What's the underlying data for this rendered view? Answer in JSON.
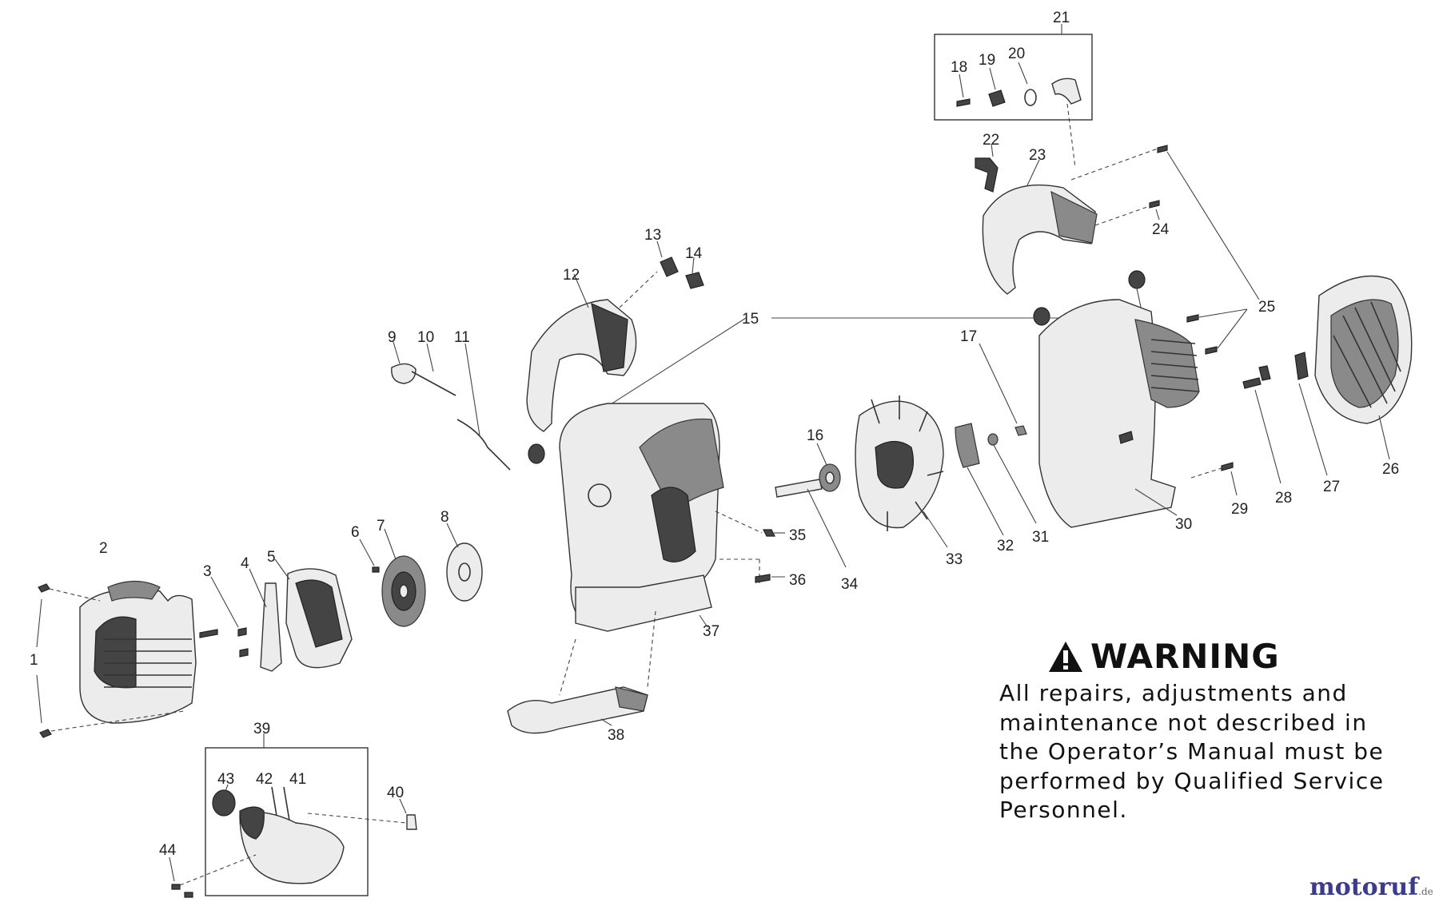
{
  "callouts": [
    "1",
    "2",
    "3",
    "4",
    "5",
    "6",
    "7",
    "8",
    "9",
    "10",
    "11",
    "12",
    "13",
    "14",
    "15",
    "16",
    "17",
    "18",
    "19",
    "20",
    "21",
    "22",
    "23",
    "24",
    "25",
    "26",
    "27",
    "28",
    "29",
    "30",
    "31",
    "32",
    "33",
    "34",
    "35",
    "36",
    "37",
    "38",
    "39",
    "40",
    "41",
    "42",
    "43",
    "44"
  ],
  "warning": {
    "title": "WARNING",
    "body": "All repairs, adjustments and\nmaintenance not described in\nthe Operator’s Manual must be\nperformed by Qualified Service\nPersonnel."
  },
  "brand": {
    "name": "motoruf",
    "suffix": ".de"
  }
}
